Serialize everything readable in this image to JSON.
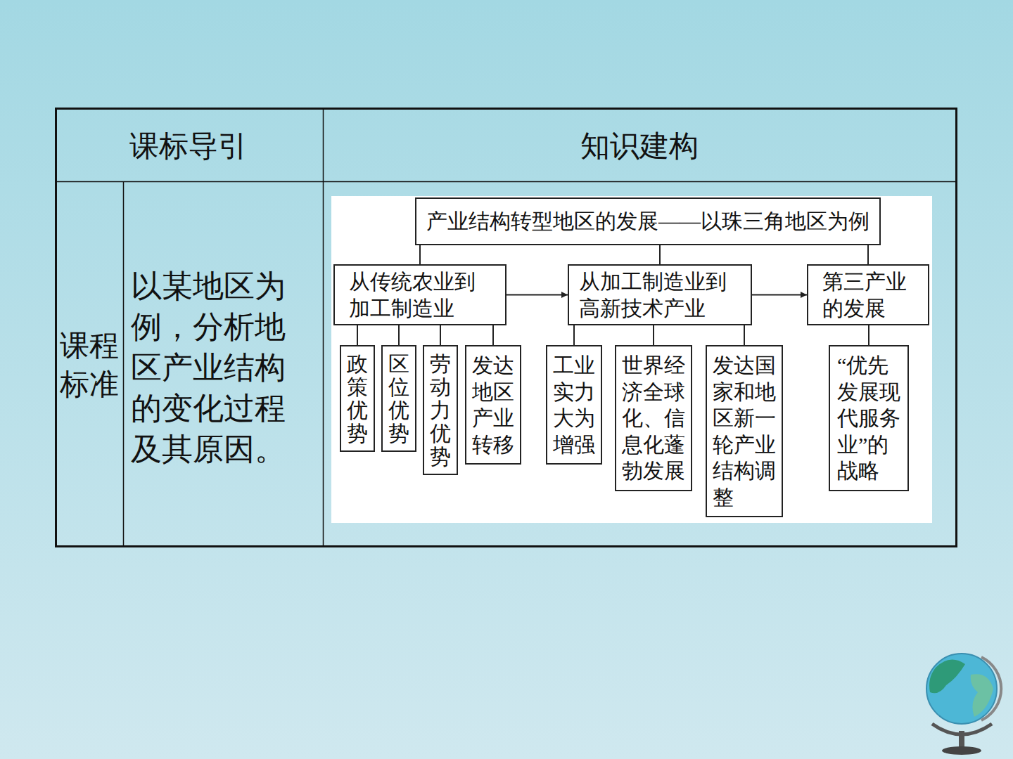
{
  "diagram": {
    "nodes": [
      {
        "text": [
          "产业结构转型地区的发展——以珠三角地区为例"
        ]
      },
      {
        "text": [
          "从传统农业到加工制造业"
        ]
      },
      {
        "text": [
          "从加工制造业到高新技术产业"
        ]
      },
      {
        "text": [
          "第三产业的发展"
        ]
      },
      {
        "text": [
          "政策优势"
        ]
      },
      {
        "text": [
          "区位优势"
        ]
      },
      {
        "text": [
          "劳动力优势"
        ]
      },
      {
        "text": [
          "发达地区产业转移"
        ]
      },
      {
        "text": [
          "工业实力大为增强"
        ]
      },
      {
        "text": [
          "世界经济全球化、信息化蓬勃发展"
        ]
      },
      {
        "text": [
          "发达国家和地区新一轮产业结构调整"
        ]
      },
      {
        "text": [
          "“优先发展现代服务业”的战略"
        ]
      }
    ],
    "edges": [
      {
        "from": 0,
        "to": 1,
        "arrow": "none"
      },
      {
        "from": 0,
        "to": 2,
        "arrow": "none"
      },
      {
        "from": 0,
        "to": 3,
        "arrow": "none"
      },
      {
        "from": 1,
        "to": 2,
        "arrow": "to"
      },
      {
        "from": 2,
        "to": 3,
        "arrow": "to"
      },
      {
        "from": 1,
        "to": 4,
        "arrow": "none"
      },
      {
        "from": 1,
        "to": 5,
        "arrow": "none"
      },
      {
        "from": 1,
        "to": 6,
        "arrow": "none"
      },
      {
        "from": 1,
        "to": 7,
        "arrow": "none"
      },
      {
        "from": 2,
        "to": 8,
        "arrow": "none"
      },
      {
        "from": 2,
        "to": 9,
        "arrow": "none"
      },
      {
        "from": 2,
        "to": 10,
        "arrow": "none"
      },
      {
        "from": 3,
        "to": 11,
        "arrow": "none"
      }
    ],
    "labels": [
      "课标导引",
      "知识建构",
      "课程标准",
      "以某地区为例，分析地区产业结构的变化过程及其原因。"
    ]
  }
}
